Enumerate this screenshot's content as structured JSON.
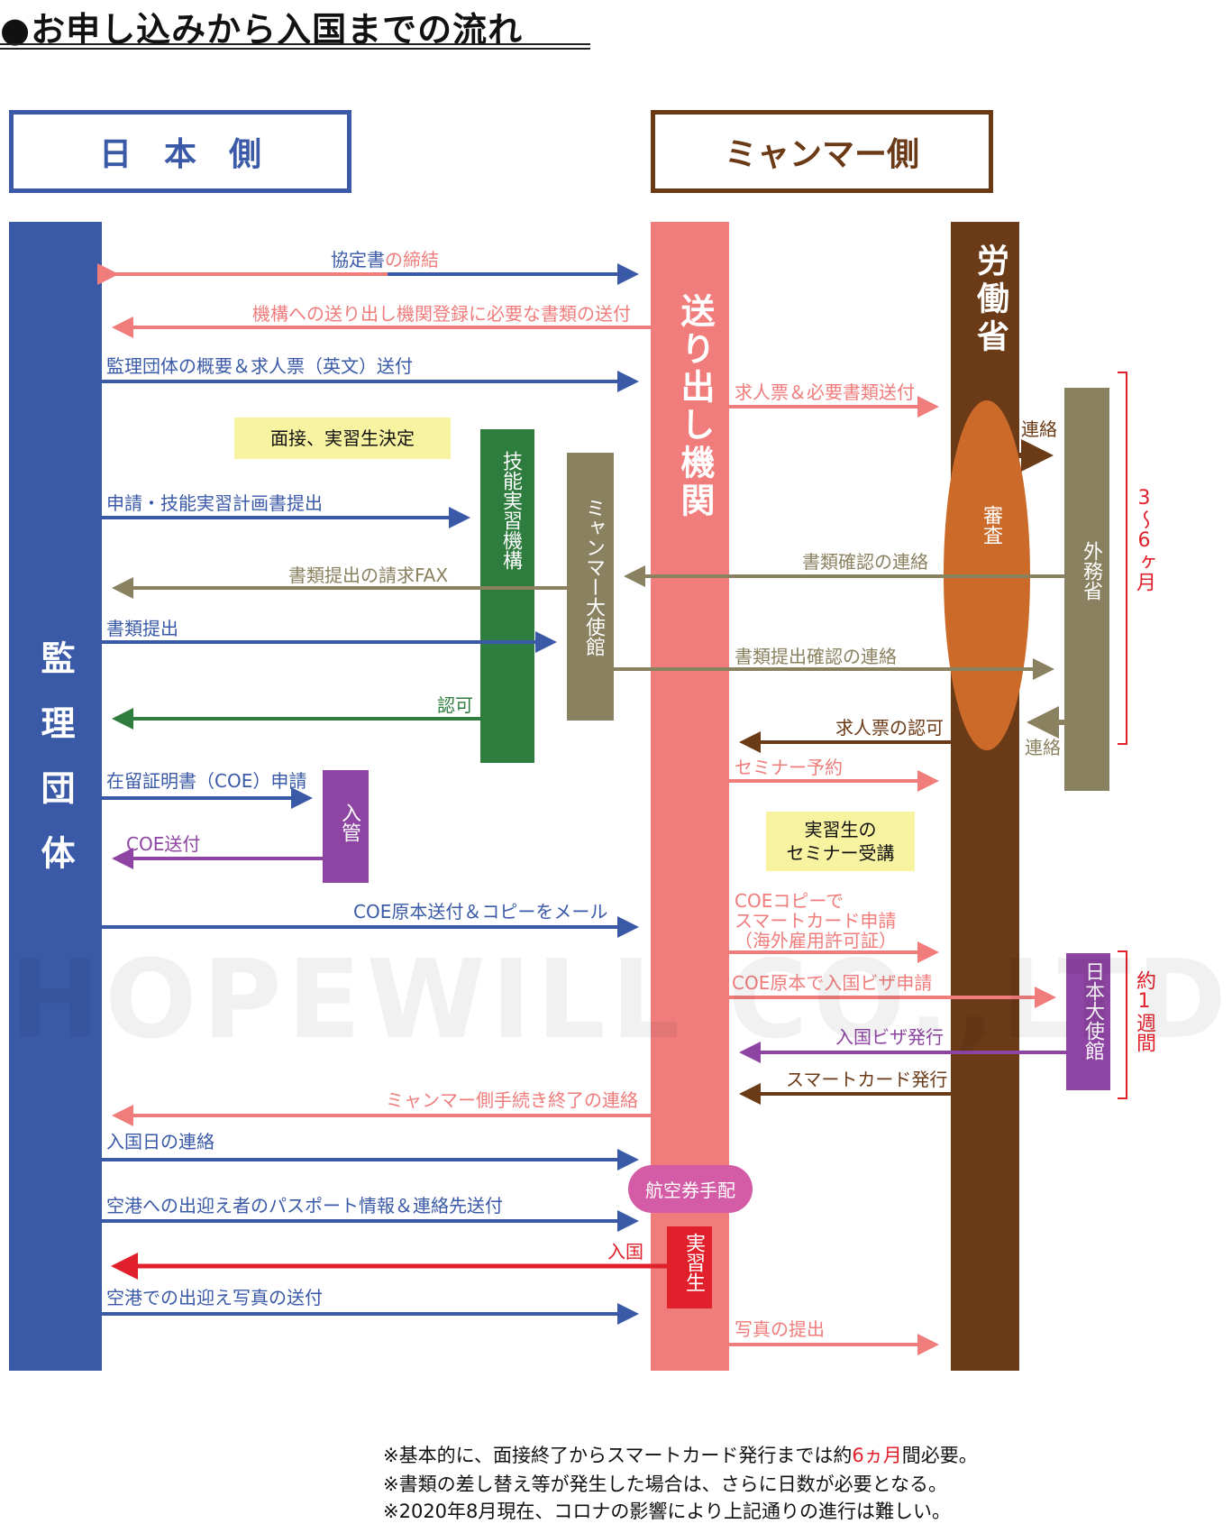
{
  "title": "●お申し込みから入国までの流れ",
  "headers": {
    "japan": "日　本　側",
    "myanmar": "ミャンマー側"
  },
  "pillars": {
    "kanri": "監理団体",
    "okuri": "送り出し機関",
    "roudou": "労働省",
    "gaimu": "外務省",
    "ginou": "技能実習機構",
    "taishikan": "ミャンマー大使館",
    "nyukan": "入管",
    "nihon_taishikan": "日本大使館",
    "shinsa": "審査",
    "jisshusei": "実習生"
  },
  "labels": {
    "kyotei_a": "協定書",
    "kyotei_b": "の締結",
    "kikou": "機構への送り出し機関登録に必要な書類の送付",
    "gaiyo": "監理団体の概要＆求人票（英文）送付",
    "kyujin_send": "求人票＆必要書類送付",
    "mensetsu": "面接、実習生決定",
    "renraku1": "連絡",
    "shinsei": "申請・技能実習計画書提出",
    "seikyu": "書類提出の請求FAX",
    "kakunin": "書類確認の連絡",
    "teishutsu": "書類提出",
    "teishutsu_kakunin": "書類提出確認の連絡",
    "ninka": "認可",
    "kyujin_ninka": "求人票の認可",
    "renraku2": "連絡",
    "seminar_yoyaku": "セミナー予約",
    "zairyu": "在留証明書（COE）申請",
    "coe_sofu": "COE送付",
    "seminar_juko_1": "実習生の",
    "seminar_juko_2": "セミナー受講",
    "coe_mail": "COE原本送付＆コピーをメール",
    "smart_1": "COEコピーで",
    "smart_2": "スマートカード申請",
    "smart_3": "（海外雇用許可証）",
    "visa_shinsei": "COE原本で入国ビザ申請",
    "visa_hakko": "入国ビザ発行",
    "smart_hakko": "スマートカード発行",
    "shuryo": "ミャンマー側手続き終了の連絡",
    "nyukokubi": "入国日の連絡",
    "kokuken": "航空券手配",
    "passport": "空港への出迎え者のパスポート情報＆連絡先送付",
    "nyukoku": "入国",
    "shashin_sofu": "空港での出迎え写真の送付",
    "shashin_teishutsu": "写真の提出",
    "months": "3〜6ヶ月",
    "week": "約1週間"
  },
  "notes": {
    "n1a": "※基本的に、面接終了からスマートカード発行までは約",
    "n1b": "6ヵ月",
    "n1c": "間必要。",
    "n2": "※書類の差し替え等が発生した場合は、さらに日数が必要となる。",
    "n3": "※2020年8月現在、コロナの影響により上記通りの進行は難しい。"
  },
  "watermark": "HOPEWILL CO.,LTD",
  "colors": {
    "blue": "#3a5aa8",
    "pink": "#f07c7c",
    "brown": "#6b3a17",
    "khaki": "#8a8160",
    "green": "#2e7d3e",
    "purple": "#8e44a3",
    "red": "#e0202a",
    "orange": "#cc6a2a",
    "yellow": "#f7f3a0"
  }
}
